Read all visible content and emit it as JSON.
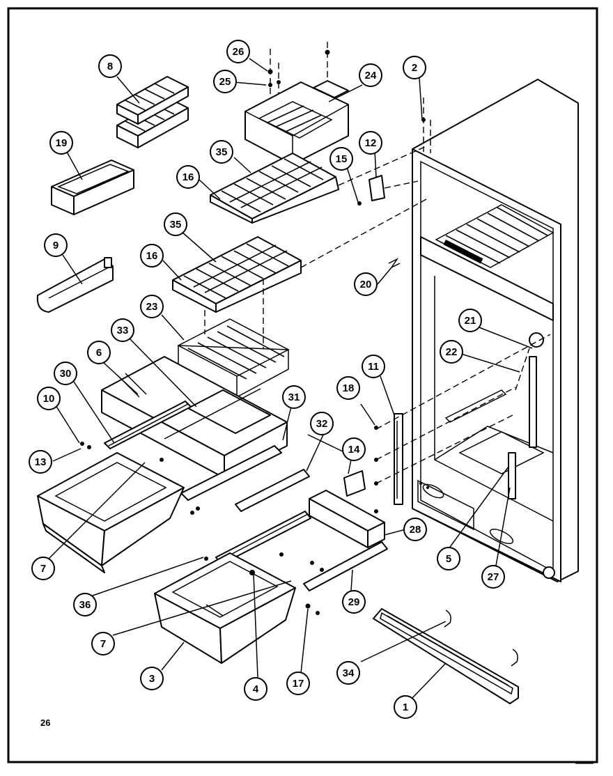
{
  "page_number": "26",
  "colors": {
    "ink": "#000000",
    "paper": "#ffffff"
  },
  "callouts": {
    "c1": "1",
    "c2": "2",
    "c3": "3",
    "c4": "4",
    "c5": "5",
    "c6": "6",
    "c7a": "7",
    "c7b": "7",
    "c8": "8",
    "c9": "9",
    "c10": "10",
    "c11": "11",
    "c12": "12",
    "c13": "13",
    "c14": "14",
    "c15": "15",
    "c16a": "16",
    "c16b": "16",
    "c17": "17",
    "c18": "18",
    "c19": "19",
    "c20": "20",
    "c21": "21",
    "c22": "22",
    "c23": "23",
    "c24": "24",
    "c25": "25",
    "c26": "26",
    "c27": "27",
    "c28": "28",
    "c29": "29",
    "c30": "30",
    "c31": "31",
    "c32": "32",
    "c33": "33",
    "c34": "34",
    "c35a": "35",
    "c35b": "35",
    "c36": "36"
  }
}
